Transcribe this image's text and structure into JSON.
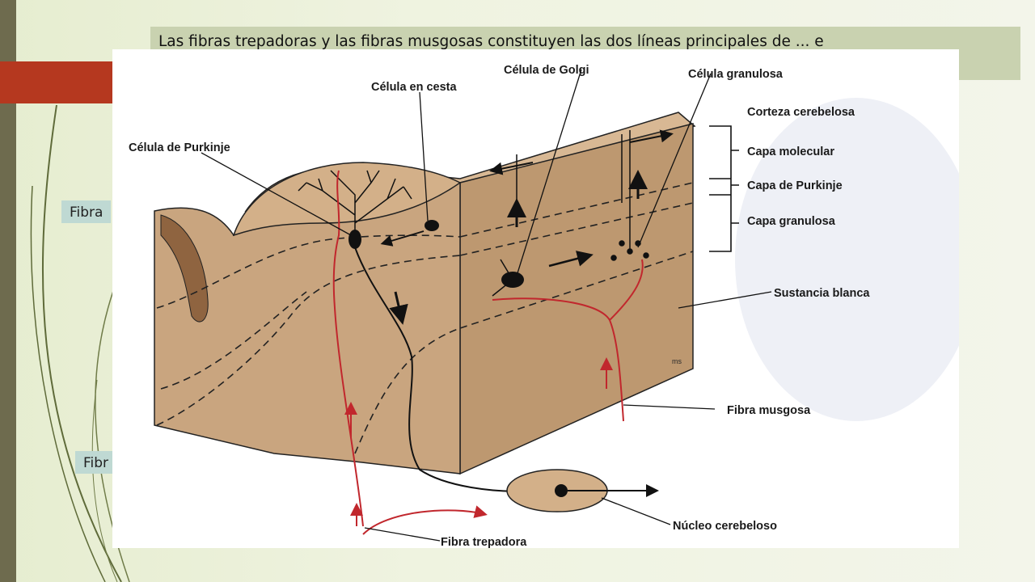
{
  "slide": {
    "top_text": "Las fibras trepadoras y las fibras musgosas constituyen las dos líneas principales de ... e",
    "label_left_upper": "Fibra",
    "label_left_lower": "Fibr"
  },
  "figure": {
    "labels": {
      "golgi": "Célula de Golgi",
      "granulosa": "Célula granulosa",
      "cesta": "Célula en cesta",
      "corteza": "Corteza cerebelosa",
      "purkinje_cell": "Célula de Purkinje",
      "capa_molecular": "Capa molecular",
      "capa_purkinje": "Capa de Purkinje",
      "capa_granulosa": "Capa granulosa",
      "sustancia_blanca": "Sustancia blanca",
      "fibra_musgosa": "Fibra musgosa",
      "nucleo": "Núcleo cerebeloso",
      "fibra_trepadora": "Fibra trepadora",
      "signature": "ms"
    },
    "colors": {
      "tissue_front": "#c9a57f",
      "tissue_side": "#bd9870",
      "tissue_top": "#d8b894",
      "fiber_red": "#c1272d",
      "neuron": "#111111"
    }
  }
}
